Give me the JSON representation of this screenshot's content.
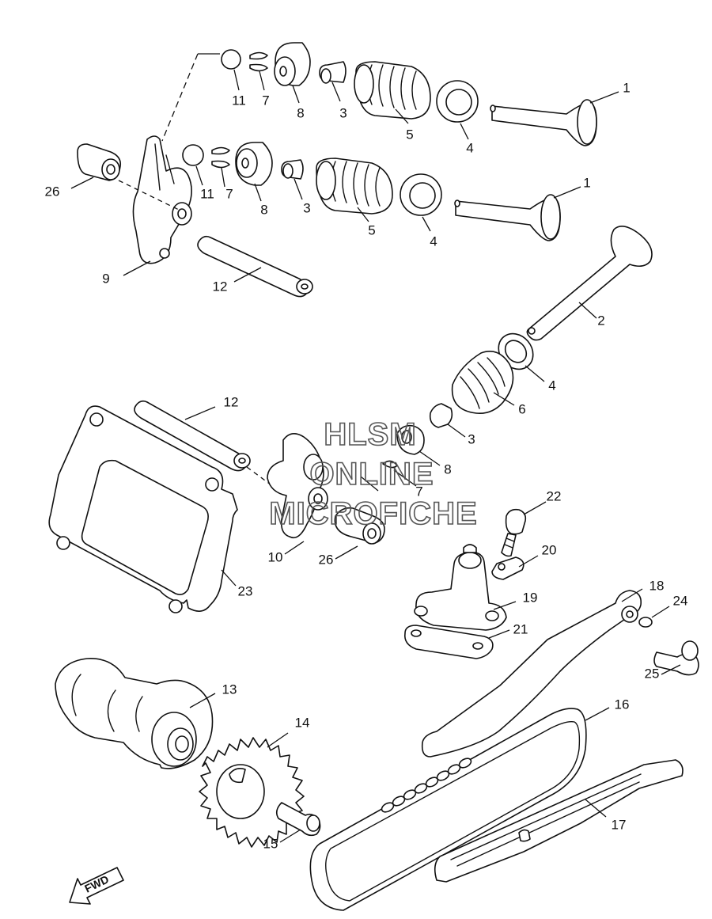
{
  "watermark": {
    "line1": "HLSM",
    "line2": "ONLINE",
    "line3": "MICROFICHE"
  },
  "direction_marker": "FWD",
  "callouts": {
    "c1a": "1",
    "c1b": "1",
    "c2": "2",
    "c3a": "3",
    "c3b": "3",
    "c3c": "3",
    "c4a": "4",
    "c4b": "4",
    "c4c": "4",
    "c5a": "5",
    "c5b": "5",
    "c6": "6",
    "c7a": "7",
    "c7b": "7",
    "c7c": "7",
    "c8a": "8",
    "c8b": "8",
    "c8c": "8",
    "c9": "9",
    "c10": "10",
    "c11a": "11",
    "c11b": "11",
    "c12a": "12",
    "c12b": "12",
    "c13": "13",
    "c14": "14",
    "c15": "15",
    "c16": "16",
    "c17": "17",
    "c18": "18",
    "c19": "19",
    "c20": "20",
    "c21": "21",
    "c22": "22",
    "c23": "23",
    "c24": "24",
    "c25": "25",
    "c26a": "26",
    "c26b": "26"
  }
}
